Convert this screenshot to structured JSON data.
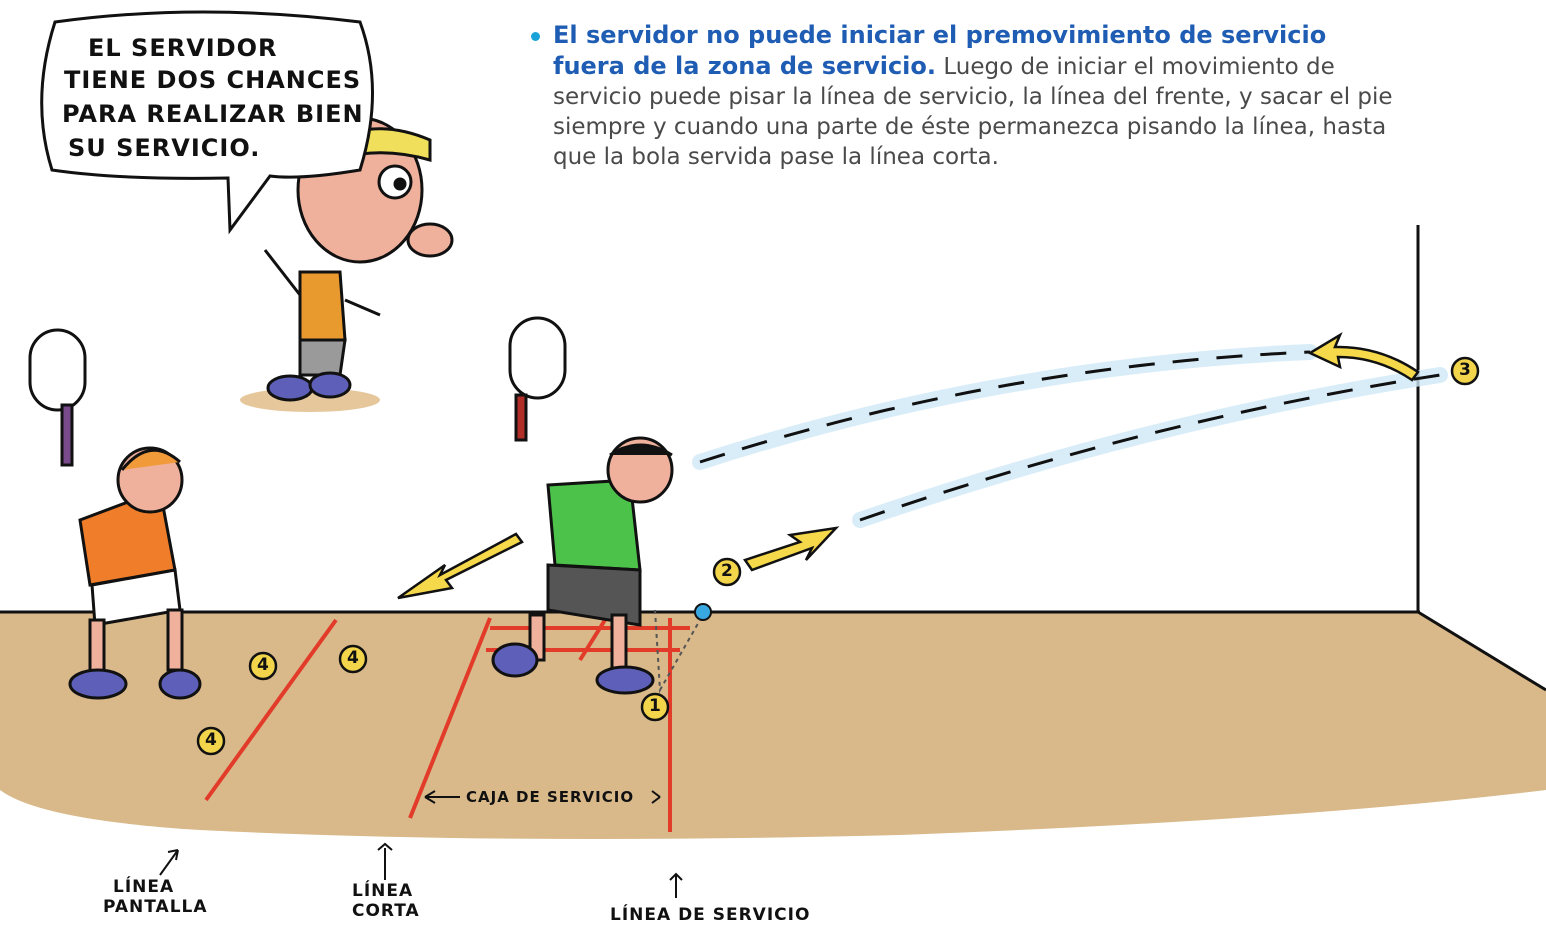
{
  "speech_bubble": {
    "lines": [
      "EL SERVIDOR",
      "TIENE DOS CHANCES",
      "PARA REALIZAR BIEN",
      "SU SERVICIO."
    ]
  },
  "info": {
    "bold_text": "El servidor no puede iniciar el premovimiento de servicio fuera de la zona de servicio.",
    "body_text": " Luego de iniciar el movimiento de servicio puede pisar la línea de servicio, la línea del frente, y sacar el pie siempre y cuando una parte de éste permanezca pisando la línea, hasta que la bola servida pase la línea corta."
  },
  "markers": [
    "1",
    "2",
    "3",
    "4",
    "4",
    "4"
  ],
  "court_labels": {
    "caja": "CAJA DE SERVICIO",
    "pantalla_1": "LÍNEA",
    "pantalla_2": "PANTALLA",
    "corta_1": "LÍNEA",
    "corta_2": "CORTA",
    "servicio": "LÍNEA DE SERVICIO"
  },
  "colors": {
    "floor": "#d9b98a",
    "court_line": "#e23b2a",
    "arrow": "#f5d94a",
    "marker": "#f3d54b",
    "accent_text": "#1e5db3"
  }
}
